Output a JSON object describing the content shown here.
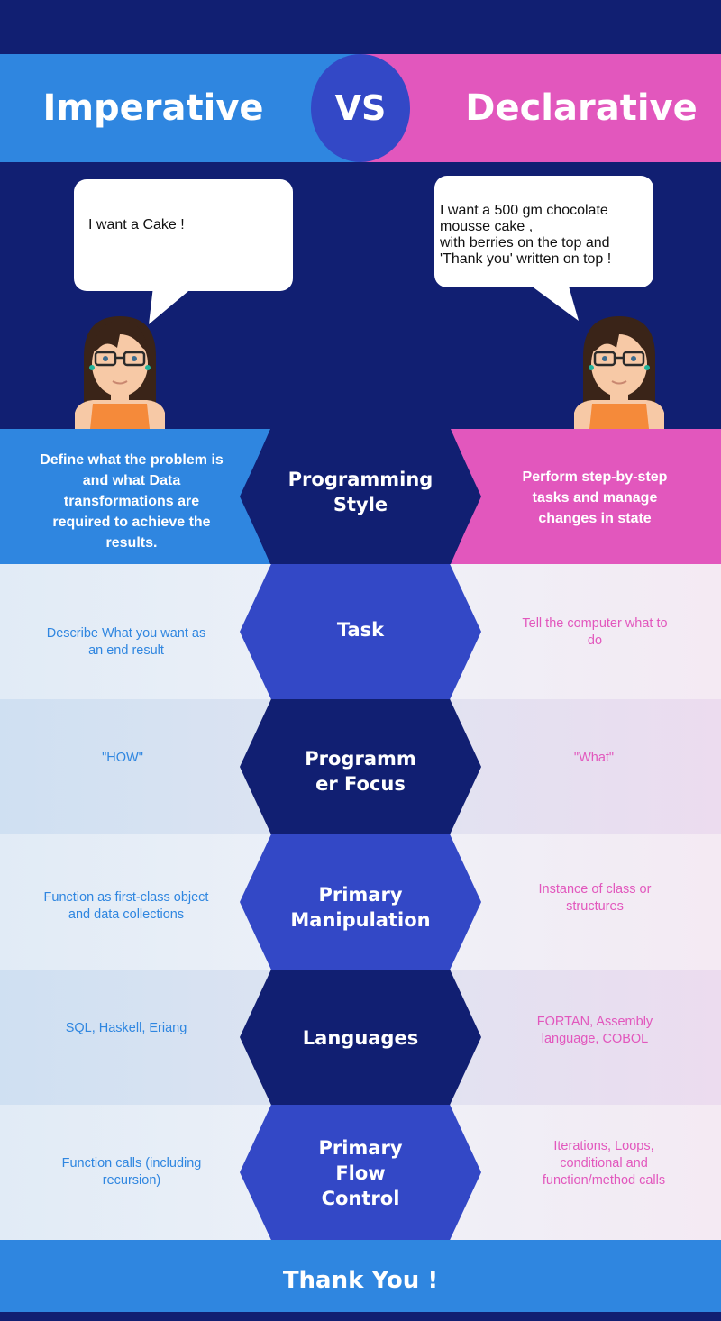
{
  "header": {
    "left_title": "Imperative",
    "vs_label": "VS",
    "right_title": "Declarative"
  },
  "bubbles": {
    "left": "I want a Cake !",
    "right_lines": [
      "I want a 500 gm chocolate",
      "mousse cake ,",
      "with berries on the top and",
      "'Thank you' written on top !"
    ]
  },
  "rows": [
    {
      "label_lines": [
        "Programming",
        "Style"
      ],
      "left_lines": [
        "Define what the problem is",
        "and what Data",
        "transformations are",
        "required to achieve the",
        "results."
      ],
      "right_lines": [
        "Perform step-by-step",
        "tasks and manage",
        "changes in state"
      ]
    },
    {
      "label_lines": [
        "Task"
      ],
      "left_lines": [
        "Describe What you want as",
        "an end result"
      ],
      "right_lines": [
        "Tell the computer what to",
        "do"
      ]
    },
    {
      "label_lines": [
        "Programm",
        "er Focus"
      ],
      "left_lines": [
        "\"HOW\""
      ],
      "right_lines": [
        "\"What\""
      ]
    },
    {
      "label_lines": [
        "Primary",
        "Manipulation"
      ],
      "left_lines": [
        "Function as first-class object",
        "and data collections"
      ],
      "right_lines": [
        "Instance of class or",
        "structures"
      ]
    },
    {
      "label_lines": [
        "Languages"
      ],
      "left_lines": [
        "SQL, Haskell, Eriang"
      ],
      "right_lines": [
        "FORTAN, Assembly",
        "language, COBOL"
      ]
    },
    {
      "label_lines": [
        "Primary",
        "Flow",
        "Control"
      ],
      "left_lines": [
        "Function calls (including",
        "recursion)"
      ],
      "right_lines": [
        "Iterations, Loops,",
        "conditional and",
        "function/method calls"
      ]
    }
  ],
  "footer": {
    "label": "Thank You !"
  },
  "colors": {
    "navy": "#111f72",
    "blue": "#2f86e0",
    "pink": "#e257bd",
    "hex_light": "#3348c6",
    "left_text": "#2f86e0",
    "right_text": "#e257bd"
  },
  "icons": [
    "girl-avatar-left",
    "girl-avatar-right"
  ]
}
